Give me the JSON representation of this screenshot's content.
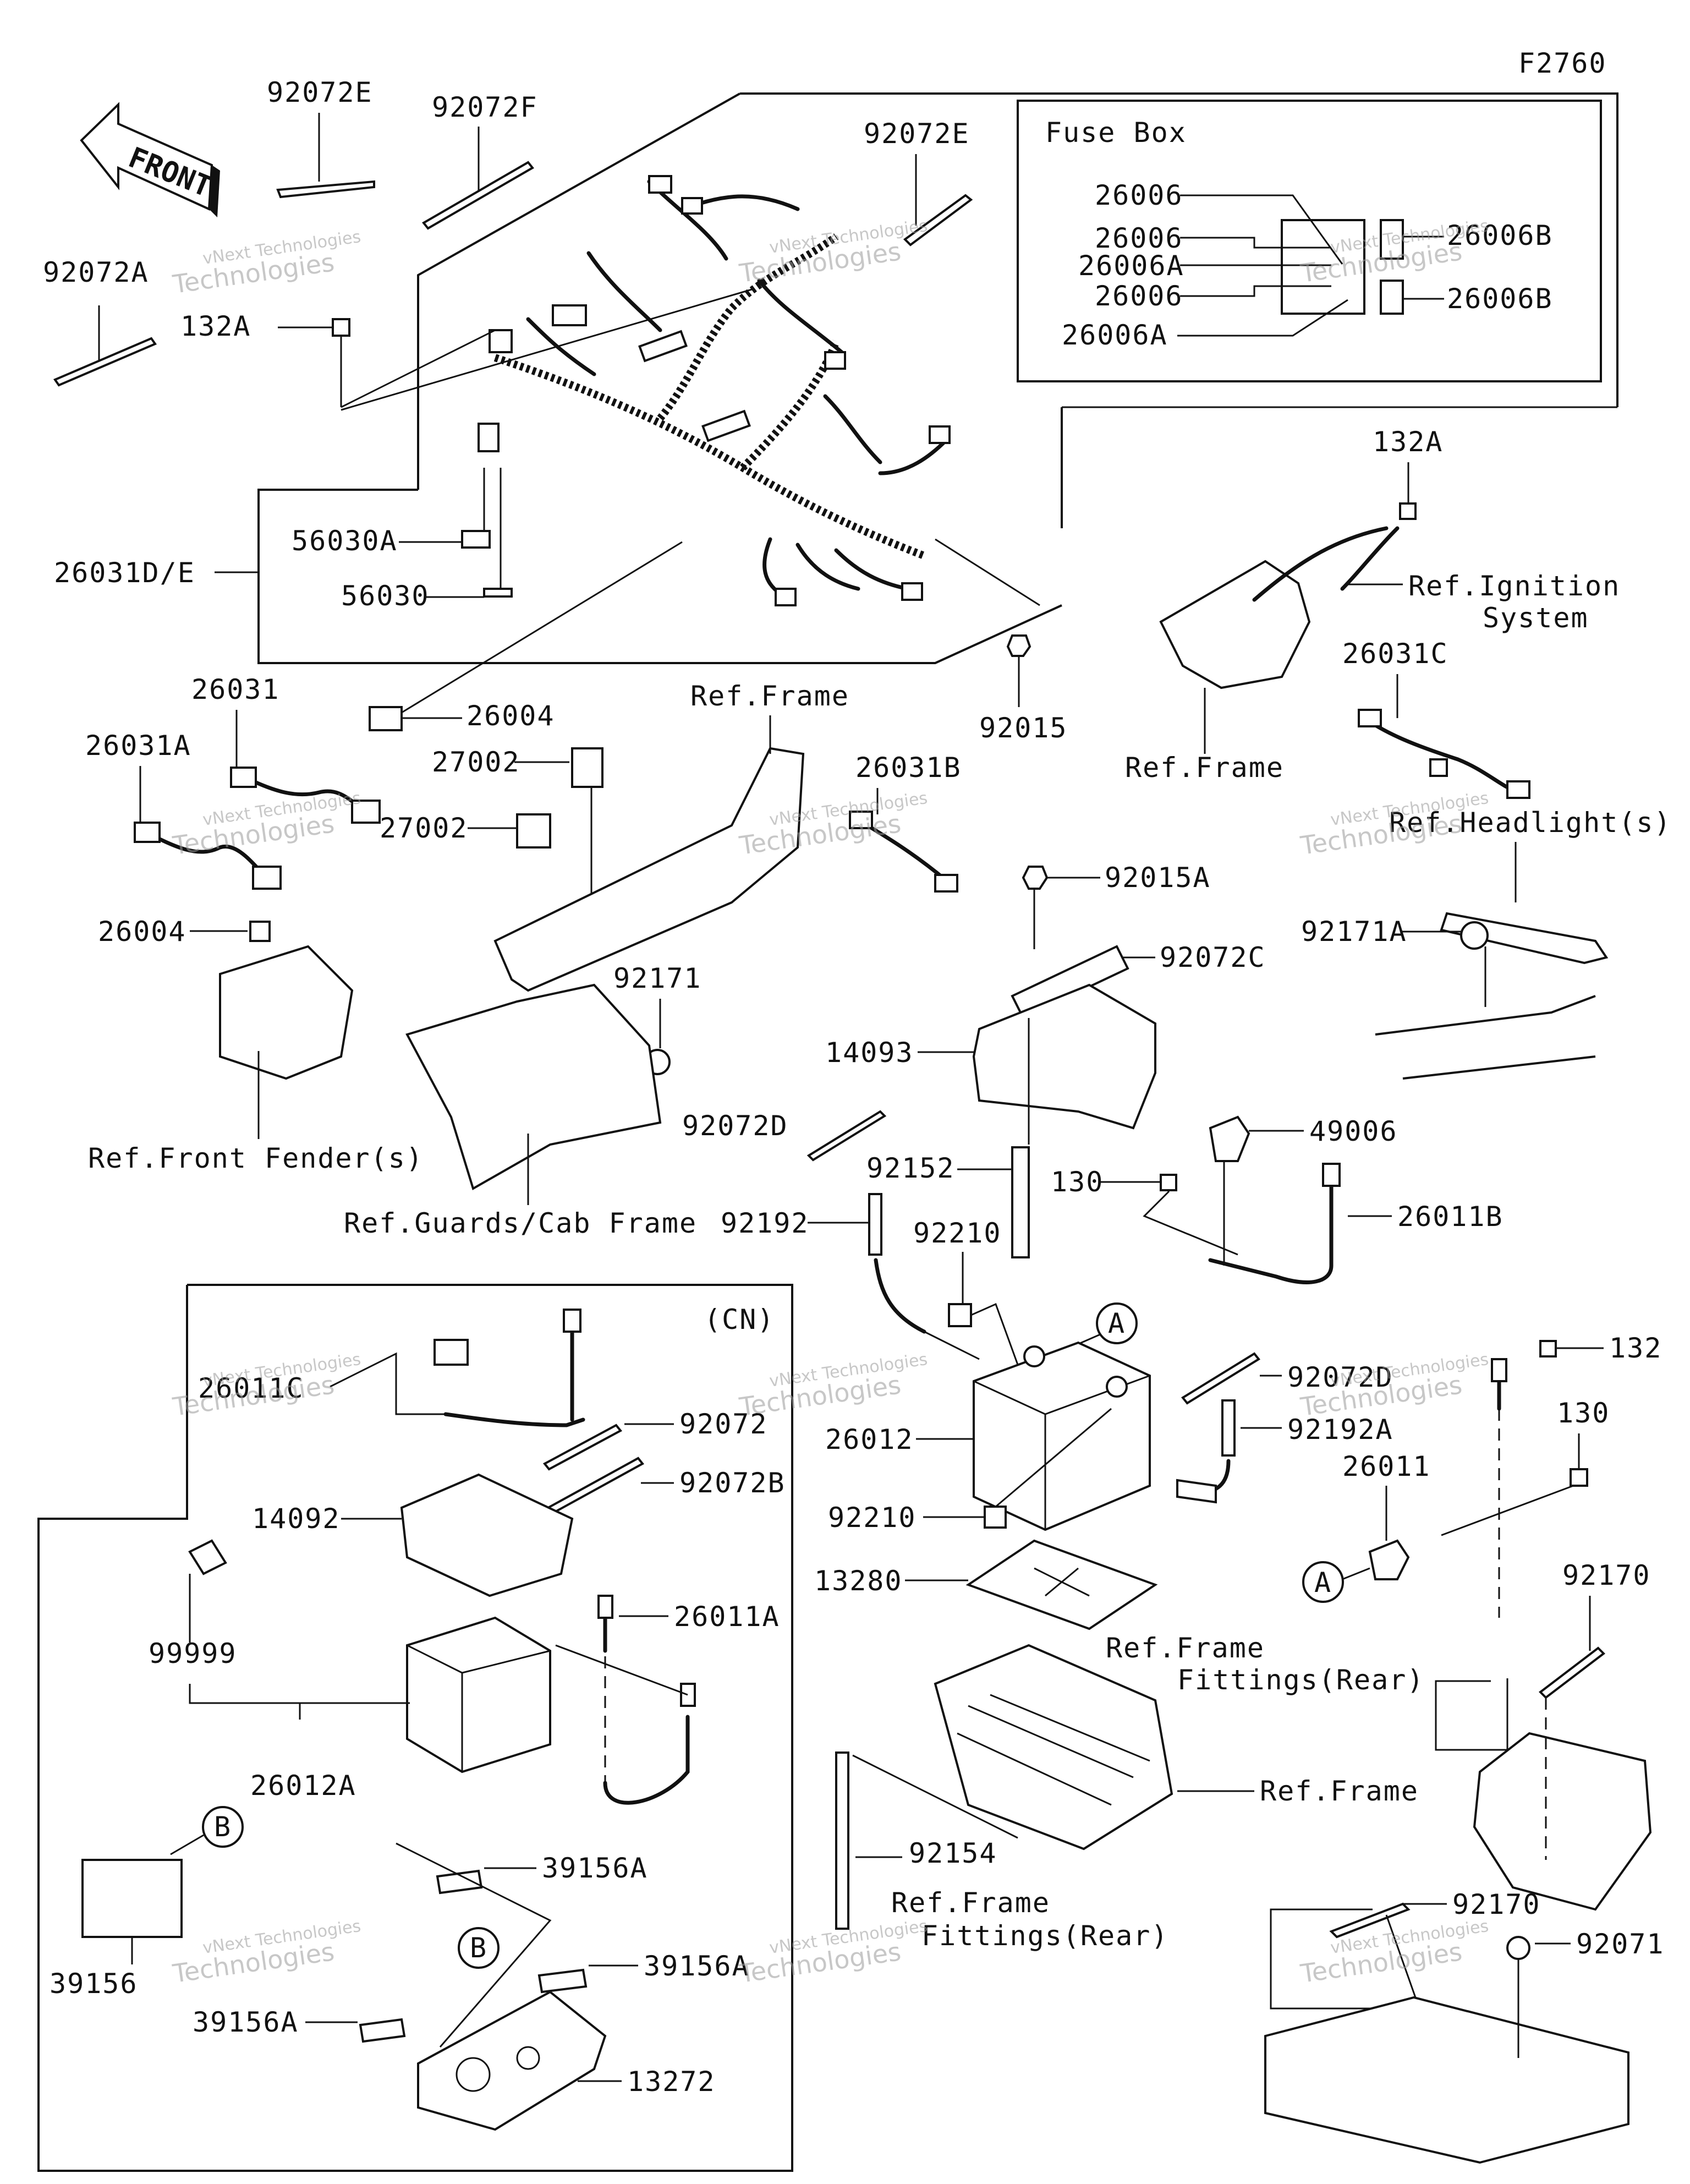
{
  "figure_code": "F2760",
  "front_arrow_label": "FRONT",
  "watermark": {
    "line1": "vNext Technologies",
    "line2": "Technologies"
  },
  "fuse_box": {
    "title": "Fuse Box",
    "labels": [
      "26006",
      "26006",
      "26006A",
      "26006",
      "26006A",
      "26006B",
      "26006B"
    ]
  },
  "cn_box": {
    "title": "(CN)"
  },
  "callouts": {
    "A": "A",
    "B": "B"
  },
  "labels": {
    "p92072E_top": "92072E",
    "p92072F": "92072F",
    "p92072E_mid": "92072E",
    "p92072A": "92072A",
    "p132A_left": "132A",
    "p132A_right": "132A",
    "p26031DE": "26031D/E",
    "p56030A": "56030A",
    "p56030": "56030",
    "p26004_mid": "26004",
    "p92015": "92015",
    "ref_ignition_1": "Ref.Ignition",
    "ref_ignition_2": "System",
    "p26031C": "26031C",
    "ref_frame_center": "Ref.Frame",
    "ref_frame_right": "Ref.Frame",
    "p26031": "26031",
    "p26031A": "26031A",
    "p27002_a": "27002",
    "p27002_b": "27002",
    "p26031B": "26031B",
    "ref_headlight": "Ref.Headlight(s)",
    "p92015A": "92015A",
    "p92171A": "92171A",
    "p92072C": "92072C",
    "p26004_left": "26004",
    "p92171": "92171",
    "p14093": "14093",
    "ref_front_fender": "Ref.Front Fender(s)",
    "p92072D_left": "92072D",
    "p92152": "92152",
    "p49006": "49006",
    "p130_mid": "130",
    "p26011B": "26011B",
    "ref_guards": "Ref.Guards/Cab Frame",
    "p92192": "92192",
    "p92210_top": "92210",
    "p26011C": "26011C",
    "p92072D_right": "92072D",
    "p132": "132",
    "p92072": "92072",
    "p92072B": "92072B",
    "p26012": "26012",
    "p92192A": "92192A",
    "p130_right": "130",
    "p14092": "14092",
    "p92210_bot": "92210",
    "p26011": "26011",
    "p13280": "13280",
    "p92170_top": "92170",
    "p26011A": "26011A",
    "p99999": "99999",
    "ref_frame_fit_rear_a1": "Ref.Frame",
    "ref_frame_fit_rear_a2": "Fittings(Rear)",
    "ref_frame_lower": "Ref.Frame",
    "p26012A": "26012A",
    "p92154": "92154",
    "p39156A_top": "39156A",
    "ref_frame_fit_rear_b1": "Ref.Frame",
    "ref_frame_fit_rear_b2": "Fittings(Rear)",
    "p92170_bot": "92170",
    "p92071": "92071",
    "p39156": "39156",
    "p39156A_mid": "39156A",
    "p39156A_low": "39156A",
    "p13272": "13272"
  }
}
